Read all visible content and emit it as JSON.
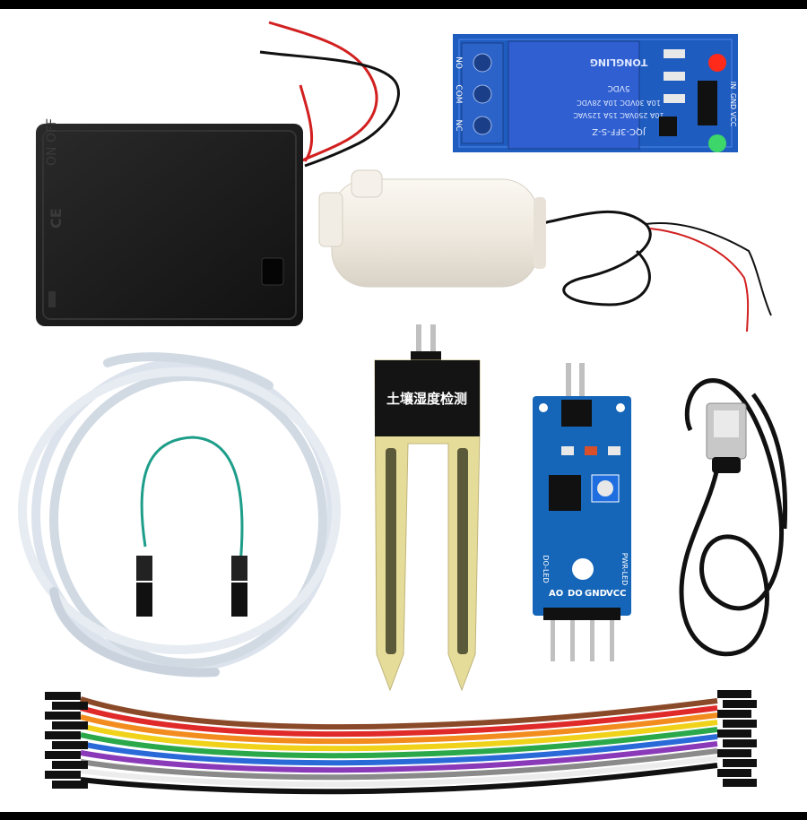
{
  "image": {
    "caption": "",
    "components": [
      {
        "name": "battery-box"
      },
      {
        "name": "relay-module"
      },
      {
        "name": "water-pump"
      },
      {
        "name": "silicone-tube"
      },
      {
        "name": "jumper-wire"
      },
      {
        "name": "soil-moisture-probe"
      },
      {
        "name": "sensor-module"
      },
      {
        "name": "usb-cable"
      },
      {
        "name": "ribbon-cable"
      }
    ]
  },
  "relay": {
    "terminal_labels": [
      "NO",
      "COM",
      "NC"
    ],
    "relay_lines": [
      "JQC-3FF-S-Z",
      "10A 250VAC 15A 125VAC",
      "10A 30VDC 10A 28VDC",
      "5VDC"
    ],
    "brand": "TONGLING",
    "pin_labels": [
      "IN",
      "GND",
      "VCC"
    ]
  },
  "probe": {
    "label": "土壤湿度检测"
  },
  "sensor": {
    "led_labels": [
      "DO-LED",
      "PWR-LED"
    ],
    "pin_labels": [
      "AO",
      "DO",
      "GND",
      "VCC"
    ]
  },
  "colors": {
    "pcb_blue": "#1565b8",
    "relay_blue": "#2f5fd0",
    "terminal_blue": "#2b63c9",
    "probe_gold": "#e6dc9a",
    "battery_black": "#1b1b1b",
    "led_red": "#ff2a1a",
    "led_green": "#3cd66a"
  },
  "ribbon_colors": [
    "#8a4a2a",
    "#e02a2a",
    "#f28c1e",
    "#f0d21a",
    "#2aa84a",
    "#2a6ad8",
    "#8a3ab8",
    "#8a8a8a",
    "#f4f4f4",
    "#111111"
  ]
}
